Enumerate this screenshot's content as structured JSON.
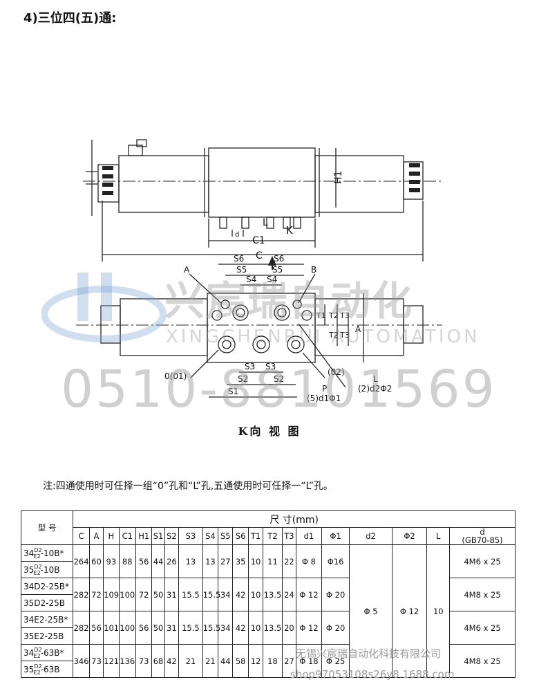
{
  "heading": "4)三位四(五)通:",
  "top_view": {
    "dims": [
      "C1",
      "C",
      "H1",
      "L",
      "d"
    ],
    "arrow_label": "K"
  },
  "k_view": {
    "dims_top": [
      "S6",
      "S5",
      "S4",
      "S6",
      "S5",
      "S4"
    ],
    "dims_bottom": [
      "S3",
      "S3",
      "S2",
      "S2",
      "S1"
    ],
    "dims_side": [
      "T1",
      "T2",
      "T3",
      "T2",
      "T3",
      "A"
    ],
    "ports": [
      "A",
      "B",
      "0(01)",
      "(02)",
      "P",
      "(5)d1Φ1",
      "L",
      "(2)d2Φ2"
    ]
  },
  "k_view_title": "K向 视 图",
  "note": "注:四通使用时可任择一组“0”孔和“L”孔,五通使用时可任择一“L”孔。",
  "table": {
    "model_header": "型 号",
    "dim_header": "尺        寸(mm)",
    "columns": [
      "C",
      "A",
      "H",
      "C1",
      "H1",
      "S1",
      "S2",
      "S3",
      "S4",
      "S5",
      "S6",
      "T1",
      "T2",
      "T3",
      "d1",
      "Φ1",
      "d2",
      "Φ2",
      "L"
    ],
    "d_header": "d",
    "d_std": "(GB70-85)",
    "rows": [
      {
        "model_a": "34",
        "model_b": "-10B*",
        "model_c": "35",
        "model_d": "-10B",
        "values": [
          "264",
          "60",
          "93",
          "88",
          "56",
          "44",
          "26",
          "13",
          "13",
          "27",
          "35",
          "10",
          "11",
          "22",
          "Φ 8",
          "Φ16"
        ],
        "d": "4M6 x 25"
      },
      {
        "model_a": "34D2-25B*",
        "model_c": "35D2-25B",
        "values": [
          "282",
          "72",
          "109",
          "100",
          "72",
          "50",
          "31",
          "15.5",
          "15.5",
          "34",
          "42",
          "10",
          "13.5",
          "24",
          "Φ 12",
          "Φ 20"
        ],
        "d": "4M8 x 25"
      },
      {
        "model_a": "34E2-25B*",
        "model_c": "35E2-25B",
        "values": [
          "282",
          "56",
          "101",
          "100",
          "56",
          "50",
          "31",
          "15.5",
          "15.5",
          "34",
          "42",
          "10",
          "13.5",
          "20",
          "Φ 12",
          "Φ 20"
        ],
        "d": "4M6 x 25"
      },
      {
        "model_a": "34",
        "model_b": "-63B*",
        "model_c": "35",
        "model_d": "-63B",
        "values": [
          "346",
          "73",
          "121",
          "136",
          "73",
          "68",
          "42",
          "21",
          "21",
          "44",
          "58",
          "12",
          "18",
          "27",
          "Φ 18",
          "Φ 25"
        ],
        "d": "4M8 x 25"
      }
    ],
    "shared": {
      "d2": "Φ 5",
      "phi2": "Φ 12",
      "L": "10"
    },
    "model_super": "D2",
    "model_sub": "E2"
  },
  "watermark": {
    "cn": "兴宸瑞自动化",
    "en": "XINGCHENRUI AUTOMATION",
    "phone": "0510-88101569",
    "company": "无锡兴宸瑞自动化科技有限公司",
    "site": "shop97053108s26y8.1688.com"
  }
}
